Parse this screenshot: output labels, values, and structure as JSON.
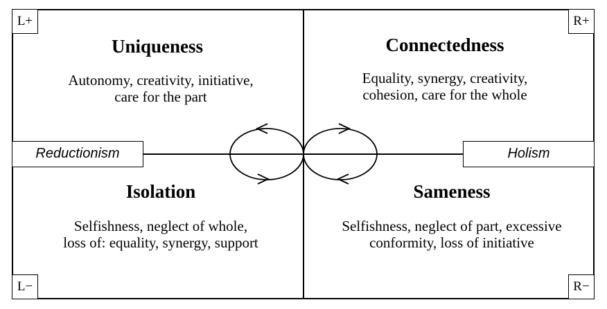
{
  "corners": {
    "top_left": "L+",
    "top_right": "R+",
    "bottom_left": "L−",
    "bottom_right": "R−"
  },
  "quadrants": {
    "top_left": {
      "title": "Uniqueness",
      "description": "Autonomy, creativity, initiative,\ncare for the part"
    },
    "top_right": {
      "title": "Connectedness",
      "description": "Equality, synergy, creativity,\ncohesion, care for the whole"
    },
    "bottom_left": {
      "title": "Isolation",
      "description": "Selfishness, neglect of whole,\nloss of: equality, synergy, support"
    },
    "bottom_right": {
      "title": "Sameness",
      "description": "Selfishness, neglect of part, excessive\nconformity, loss of initiative"
    }
  },
  "poles": {
    "left": "Reductionism",
    "right": "Holism"
  }
}
